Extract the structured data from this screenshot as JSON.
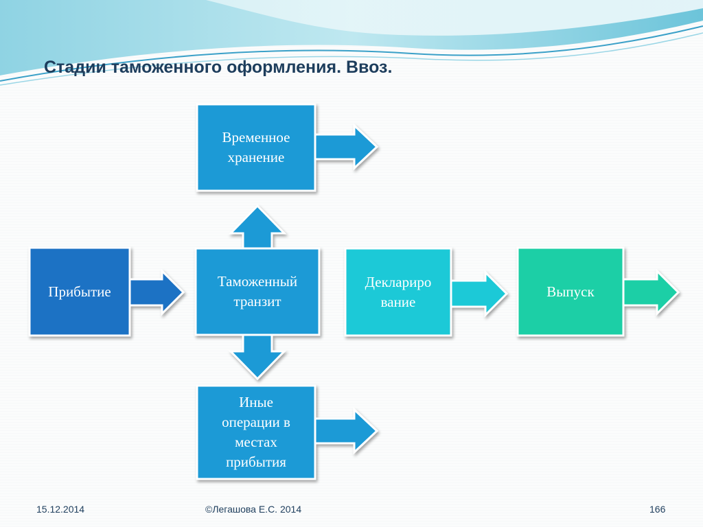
{
  "slide": {
    "title": "Стадии таможенного оформления. Ввоз."
  },
  "nodes": {
    "arrival": "Прибытие",
    "transit": "Таможенный\nтранзит",
    "storage": "Временное\nхранение",
    "other": "Иные\nоперации в\nместах\nприбытия",
    "declaration": "Деклариро\nвание",
    "release": "Выпуск"
  },
  "colors": {
    "arrival": "#1f72c4",
    "blue": "#1e9ad6",
    "cyan": "#1fc9d7",
    "green": "#1fcfa6",
    "title": "#1d3d5c"
  },
  "footer": {
    "date": "15.12.2014",
    "author": "©Легашова Е.С. 2014",
    "page": "166"
  }
}
